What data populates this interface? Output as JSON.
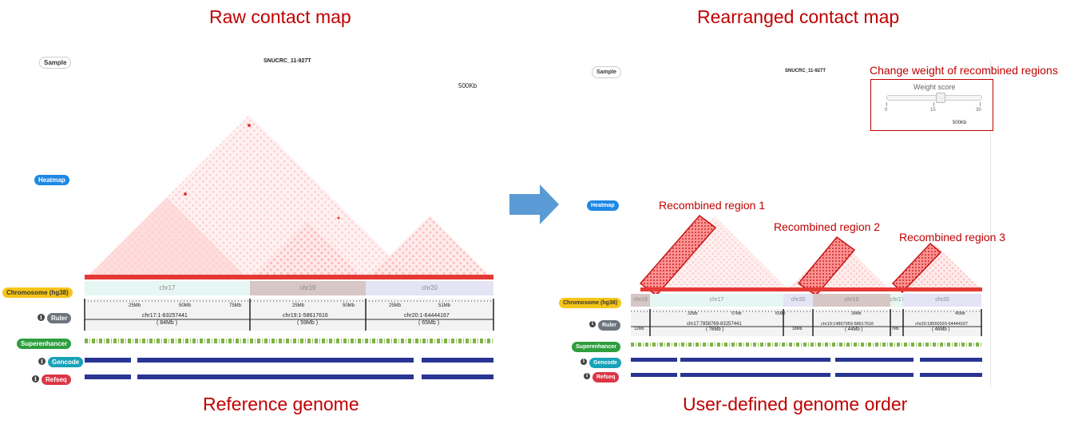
{
  "left": {
    "title": "Raw contact map",
    "footer": "Reference genome",
    "sample_label": "Sample",
    "sample_name": "SNUCRC_11-927T",
    "resolution": "500Kb",
    "heatmap_label": "Heatmap",
    "chromosome_label": "Chromosome (hg38)",
    "ruler_label": "Ruler",
    "superenhancer_label": "Superenhancer",
    "gencode_label": "Gencode",
    "refseq_label": "Refseq",
    "chromosomes": [
      {
        "name": "chr17",
        "color": "#e6f7f3",
        "ticks": [
          "25Mb",
          "50Mb",
          "75Mb"
        ],
        "range": "chr17:1-83257441",
        "size": "( 84Mb )"
      },
      {
        "name": "chr19",
        "color": "#d6c7c4",
        "ticks": [
          "25Mb",
          "50Mb"
        ],
        "range": "chr19:1-58617616",
        "size": "( 59Mb )"
      },
      {
        "name": "chr20",
        "color": "#e4e4f5",
        "ticks": [
          "25Mb",
          "51Mb"
        ],
        "range": "chr20:1-64444167",
        "size": "( 65Mb )"
      }
    ]
  },
  "right": {
    "title": "Rearranged contact map",
    "footer": "User-defined genome order",
    "sample_label": "Sample",
    "sample_name": "SNUCRC_11-927T",
    "heatmap_label": "Heatmap",
    "chromosome_label": "Chromosome (hg38)",
    "ruler_label": "Ruler",
    "superenhancer_label": "Superenhancer",
    "gencode_label": "Gencode",
    "refseq_label": "Refseq",
    "weight_box": {
      "caption": "Change weight of recombined regions",
      "slider_title": "Weight score",
      "tick_min": "0",
      "tick_mid": "15",
      "tick_max": "30",
      "value": 17,
      "max": 30,
      "resolution": "500Kb"
    },
    "regions": [
      "Recombined region 1",
      "Recombined region 2",
      "Recombined region 3"
    ],
    "chromosomes": [
      {
        "name": "chr19",
        "color": "#d6c7c4"
      },
      {
        "name": "chr17",
        "color": "#e6f7f3"
      },
      {
        "name": "chr20",
        "color": "#e4e4f5"
      },
      {
        "name": "chr19",
        "color": "#d6c7c4"
      },
      {
        "name": "chr17",
        "color": "#e6f7f3"
      },
      {
        "name": "chr20",
        "color": "#e4e4f5"
      }
    ],
    "ruler": {
      "seg1": "12Mb",
      "ticks17": [
        "32Mb",
        "57Mb",
        "81Mb"
      ],
      "range17": "chr17:7858769-83257441",
      "size17": "( 76Mb )",
      "seg2": "18Mb",
      "tick19": "39Mb",
      "range19": "chr19:14867959-58617616",
      "size19": "( 44Mb )",
      "seg3": "7Mb",
      "tick20": "45Mb",
      "range20": "chr20:18560020-64444167",
      "size20": "( 46Mb )"
    }
  },
  "colors": {
    "heading": "#c00000",
    "heat": "#e53935",
    "superenhancer": "#7cb342",
    "gencode": "#283593",
    "arrow": "#5b9bd5"
  }
}
